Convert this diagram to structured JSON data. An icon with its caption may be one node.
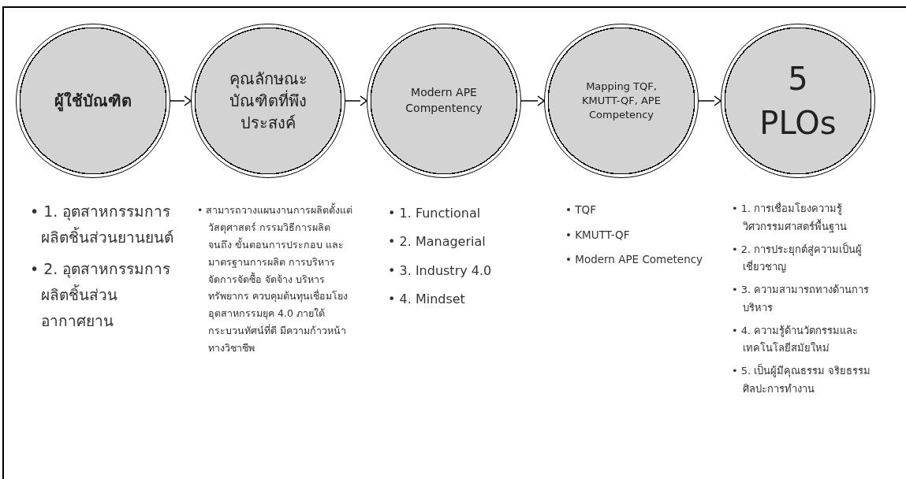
{
  "diagram": {
    "nodes": [
      {
        "text": [
          "ผู้ใช้บัณฑิต"
        ],
        "beside": [
          "• 1. อุตสาหกรรมการผลิตชิ้นส่วนยานยนต์",
          "• 2. อุตสาหกรรมการผลิตชิ้นส่วนอากาศยาน"
        ]
      },
      {
        "text": [
          "คุณลักษณะบัณฑิตที่พึงประสงค์"
        ],
        "beside": [
          "• สามารถวางแผนงานการผลิตตั้งแต่วัสดุศาสตร์ กรรมวิธีการผลิต จนถึง ขั้นตอนการประกอบ และมาตรฐานการผลิต การบริหารจัดการจัดซื้อ จัดจ้าง บริหารทรัพยากร ควบคุมต้นทุนเชื่อมโยงอุตสาหกรรมยุค 4.0 ภายใต้กระบวนทัศน์ที่ดี มีความก้าวหน้าทางวิชาชีพ"
        ]
      },
      {
        "text": [
          "Modern APE Compentency"
        ],
        "beside": [
          "• 1. Functional",
          "• 2. Managerial",
          "• 3. Industry 4.0",
          "• 4. Mindset"
        ]
      },
      {
        "text": [
          "Mapping TQF, KMUTT-QF, APE Competency"
        ],
        "beside": [
          "• TQF",
          "• KMUTT-QF",
          "• Modern APE Cometency"
        ]
      },
      {
        "text": [
          "5 PLOs"
        ],
        "beside": [
          "• 1. การเชื่อมโยงความรู้วิศวกรรมศาสตร์พื้นฐาน",
          "• 2. การประยุกต์สู่ความเป็นผู้เชี่ยวชาญ",
          "• 3. ความสามารถทางด้านการบริหาร",
          "• 4. ความรู้ด้านวัตกรรมและเทคโนโลยีสมัยใหม่",
          "• 5. เป็นผู้มีคุณธรรม จริยธรรม ศิลปะการทำงาน"
        ]
      }
    ],
    "edges": [
      {
        "from": 0,
        "to": 1,
        "arrow": "to"
      },
      {
        "from": 1,
        "to": 2,
        "arrow": "to"
      },
      {
        "from": 2,
        "to": 3,
        "arrow": "to"
      },
      {
        "from": 3,
        "to": 4,
        "arrow": "to"
      }
    ]
  }
}
